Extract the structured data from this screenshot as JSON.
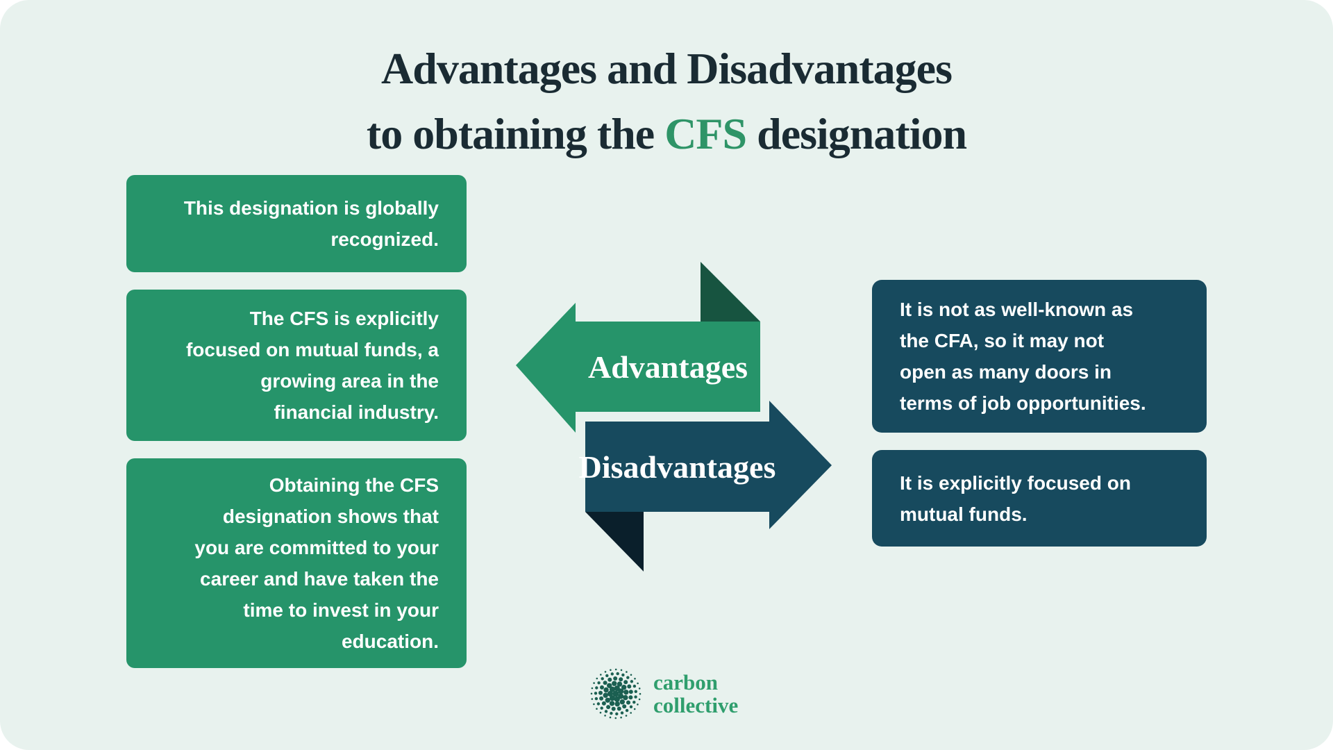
{
  "title": {
    "line1": "Advantages and Disadvantages",
    "line2_pre": "to obtaining the ",
    "line2_accent": "CFS",
    "line2_post": " designation",
    "text_color": "#1a2b33",
    "accent_color": "#2e9467"
  },
  "advantages": {
    "label": "Advantages",
    "arrow_color": "#26946a",
    "fold_color": "#175440",
    "items": [
      {
        "text": "This designation is globally\nrecognized."
      },
      {
        "text": "The CFS is explicitly\nfocused on mutual funds, a\ngrowing area in the\nfinancial industry."
      },
      {
        "text": "Obtaining the CFS\ndesignation shows that\nyou are committed to your\ncareer and have taken the\ntime to invest in your\neducation."
      }
    ]
  },
  "disadvantages": {
    "label": "Disadvantages",
    "arrow_color": "#174a5e",
    "fold_color": "#0a1f2b",
    "items": [
      {
        "text": "It is not as well-known as\nthe CFA, so it may not\nopen as many doors in\nterms of job opportunities."
      },
      {
        "text": "It is explicitly focused on\nmutual funds."
      }
    ]
  },
  "logo": {
    "text": "carbon\ncollective",
    "text_color": "#2f9e6d",
    "dot_color": "#1b5f51"
  },
  "page": {
    "card_background": "#e8f2ee",
    "background": "#ffffff",
    "box_text_color": "#ffffff"
  }
}
